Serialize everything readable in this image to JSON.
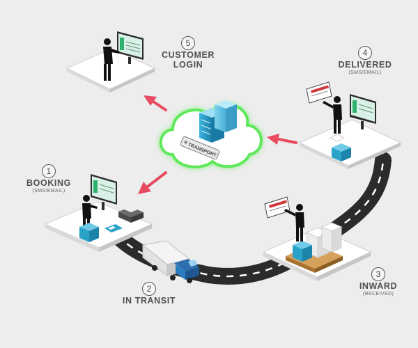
{
  "steps": [
    {
      "num": "1",
      "label": "BOOKING",
      "sub": "(SMS/EMAIL)"
    },
    {
      "num": "2",
      "label": "IN TRANSIT",
      "sub": ""
    },
    {
      "num": "3",
      "label": "INWARD",
      "sub": "(RECEIVED)"
    },
    {
      "num": "4",
      "label": "DELIVERED",
      "sub": "(SMS/EMAIL)"
    },
    {
      "num": "5",
      "label": "CUSTOMER",
      "label2": "LOGIN",
      "sub": ""
    }
  ],
  "cloud": {
    "label": "TRANSPORT"
  },
  "colors": {
    "background": "#ededed",
    "road": "#2b2b2b",
    "cloud_glow": "#5ee85a",
    "arrow": "#e84a5f",
    "accent": "#2aa3c8"
  }
}
